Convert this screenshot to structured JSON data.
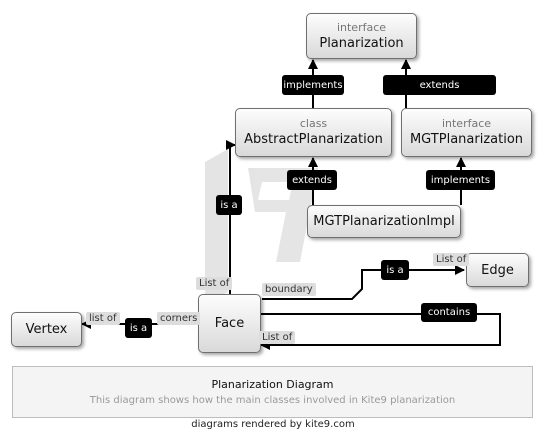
{
  "nodes": {
    "planarization": {
      "stereotype": "interface",
      "name": "Planarization"
    },
    "abstract_planarization": {
      "stereotype": "class",
      "name": "AbstractPlanarization"
    },
    "mgt_planarization": {
      "stereotype": "interface",
      "name": "MGTPlanarization"
    },
    "mgt_planarization_impl": {
      "name": "MGTPlanarizationImpl"
    },
    "face": {
      "name": "Face"
    },
    "vertex": {
      "name": "Vertex"
    },
    "edge": {
      "name": "Edge"
    }
  },
  "relations": {
    "implements_1": "implements",
    "extends_1": "extends",
    "extends_2": "extends",
    "implements_2": "implements",
    "is_a_abstract": "is a",
    "is_a_edge": "is a",
    "is_a_vertex": "is a",
    "contains": "contains"
  },
  "end_labels": {
    "face_list_of_top": "List of",
    "boundary": "boundary",
    "edge_list_of": "List of",
    "corners": "corners",
    "vertex_list_of": "list of",
    "face_list_of_right": "List of"
  },
  "legend": {
    "title": "Planarization Diagram",
    "description": "This diagram shows how the main classes involved in Kite9 planarization"
  },
  "footer": "diagrams rendered by kite9.com",
  "colors": {
    "label_bg": "#000000",
    "box_border": "#6f6f6f",
    "end_label_bg": "#dddddd"
  }
}
